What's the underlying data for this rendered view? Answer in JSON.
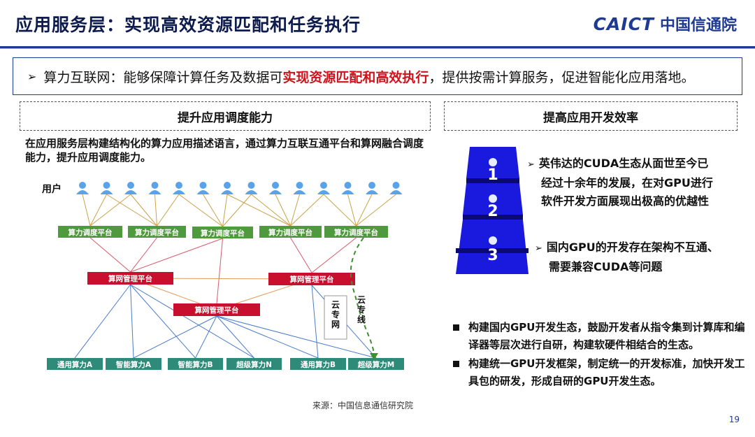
{
  "header": {
    "title": "应用服务层：实现高效资源匹配和任务执行",
    "logo_latin": "CAICT",
    "logo_cn": "中国信通院"
  },
  "banner": {
    "bullet": "➢",
    "text_before": "算力互联网：能够保障计算任务及数据可",
    "text_highlight": "实现资源匹配和高效执行",
    "text_after": "，提供按需计算服务，促进智能化应用落地。",
    "highlight_color": "#d0121b"
  },
  "left": {
    "heading": "提升应用调度能力",
    "description": "在应用服务层构建结构化的算力应用描述语言，通过算力互联互通平台和算网融合调度能力，提升应用调度能力。",
    "users_label": "用户",
    "sched_platforms": [
      "算力调度平台",
      "算力调度平台",
      "算力调度平台",
      "算力调度平台",
      "算力调度平台"
    ],
    "mgmt_platforms": [
      "算网管理平台",
      "算网管理平台",
      "算网管理平台"
    ],
    "compute_nodes": [
      "通用算力A",
      "智能算力A",
      "智能算力B",
      "超级算力N",
      "通用算力B",
      "超级算力M"
    ],
    "cloud_net_label": "云专网",
    "cloud_line_label": "云专线",
    "source": "来源：中国信息通信研究院"
  },
  "right": {
    "heading": "提高应用开发效率",
    "tiers": [
      "1",
      "2",
      "3"
    ],
    "point1": "英伟达的CUDA生态从面世至今已经过十余年的发展，在对GPU进行软件开发方面展现出极高的优越性",
    "point1_lines": [
      "英伟达的CUDA生态从面世至今已",
      "经过十余年的发展，在对GPU进行",
      "软件开发方面展现出极高的优越性"
    ],
    "point2_lines": [
      "国内GPU的开发存在架构不互通、",
      "需要兼容CUDA等问题"
    ],
    "bullets": [
      "构建国内GPU开发生态，鼓励开发者从指令集到计算库和编译器等层次进行自研，构建软硬件相结合的生态。",
      "构建统一GPU开发框架，制定统一的开发标准，加快开发工具包的研发，形成自研的GPU开发生态。"
    ]
  },
  "page_number": "19",
  "colors": {
    "navy": "#1f3a93",
    "green_box": "#4e9a3c",
    "red_box": "#c8102e",
    "teal_box": "#2e8b7a",
    "user_blue": "#5aa3e8"
  }
}
